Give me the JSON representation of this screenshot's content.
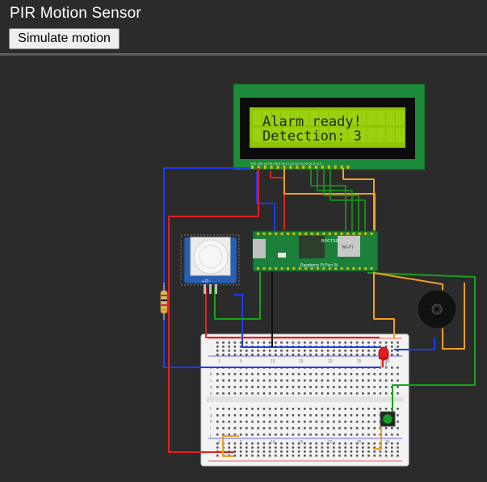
{
  "app": {
    "title": "PIR Motion Sensor",
    "simulate_button": "Simulate motion"
  },
  "lcd": {
    "line1": "Alarm ready!",
    "line2": "Detection: 3",
    "pin_labels": "VSS VDD V0 RS RW E D0 D1 D2 D3 D4 D5 D6 D7 A K"
  },
  "pico": {
    "wifi_label": "Wi-Fi",
    "board_label": "Raspberry Pi Pico W",
    "bootsel_label": "BOOTSEL"
  },
  "pir": {
    "pin_labels": "+ D -"
  },
  "breadboard": {
    "column_numbers": [
      "1",
      "5",
      "10",
      "15",
      "20",
      "25",
      "30"
    ],
    "row_letters_top": [
      "a",
      "b",
      "c",
      "d",
      "e"
    ],
    "row_letters_bottom": [
      "f",
      "g",
      "h",
      "i",
      "j"
    ]
  },
  "colors": {
    "background": "#2b2b2b",
    "lcd_pcb": "#1e8b3a",
    "lcd_screen": "#8fc400",
    "pico_pcb": "#1c7f3a",
    "wire_red": "#e02020",
    "wire_blue": "#1a3cff",
    "wire_green": "#17a21c",
    "wire_orange": "#f0a020",
    "wire_black": "#111111"
  }
}
